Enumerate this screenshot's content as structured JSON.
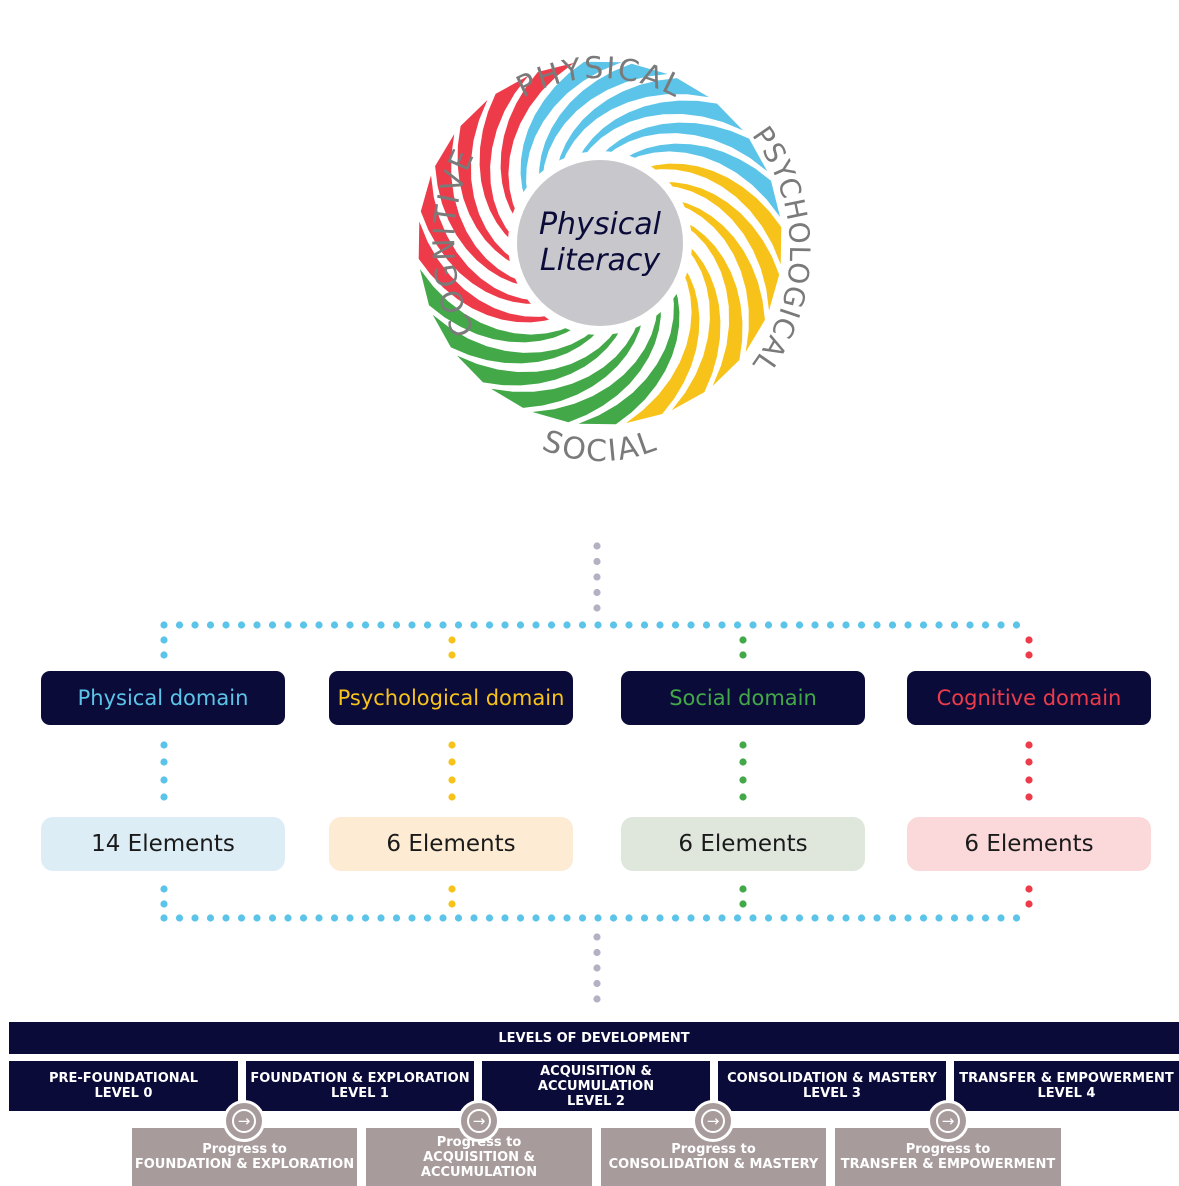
{
  "wheel": {
    "center_line1": "Physical",
    "center_line2": "Literacy",
    "labels": {
      "physical": "PHYSICAL",
      "psychological": "PSYCHOLOGICAL",
      "social": "SOCIAL",
      "cognitive": "COGNITIVE"
    },
    "colors": {
      "physical": "#5bc4e8",
      "psychological": "#f7c31a",
      "social": "#42a848",
      "cognitive": "#ee3b4a",
      "center": "#c7c7cc",
      "label_text": "#7a7a7a"
    }
  },
  "domains": [
    {
      "label": "Physical domain",
      "color": "#5bc4e8",
      "elements": "14 Elements",
      "bg": "#dcedf6"
    },
    {
      "label": "Psychological domain",
      "color": "#f7c31a",
      "elements": "6 Elements",
      "bg": "#fdebd3"
    },
    {
      "label": "Social domain",
      "color": "#42a848",
      "elements": "6 Elements",
      "bg": "#dfe7dc"
    },
    {
      "label": "Cognitive domain",
      "color": "#ee3b4a",
      "elements": "6 Elements",
      "bg": "#fbd8d9"
    }
  ],
  "connector_colors": {
    "trunk": "#b6b0c4",
    "bus": "#5bc4e8"
  },
  "levels": {
    "title": "LEVELS OF DEVELOPMENT",
    "items": [
      {
        "name": "PRE-FOUNDATIONAL",
        "level": "LEVEL 0"
      },
      {
        "name": "FOUNDATION & EXPLORATION",
        "level": "LEVEL 1"
      },
      {
        "name": "ACQUISITION & ACCUMULATION",
        "level": "LEVEL 2"
      },
      {
        "name": "CONSOLIDATION & MASTERY",
        "level": "LEVEL 3"
      },
      {
        "name": "TRANSFER & EMPOWERMENT",
        "level": "LEVEL 4"
      }
    ],
    "progress": [
      {
        "line1": "Progress to",
        "line2": "FOUNDATION & EXPLORATION"
      },
      {
        "line1": "Progress to",
        "line2": "ACQUISITION & ACCUMULATION"
      },
      {
        "line1": "Progress to",
        "line2": "CONSOLIDATION & MASTERY"
      },
      {
        "line1": "Progress to",
        "line2": "TRANSFER & EMPOWERMENT"
      }
    ],
    "arrow_glyph": "→"
  }
}
